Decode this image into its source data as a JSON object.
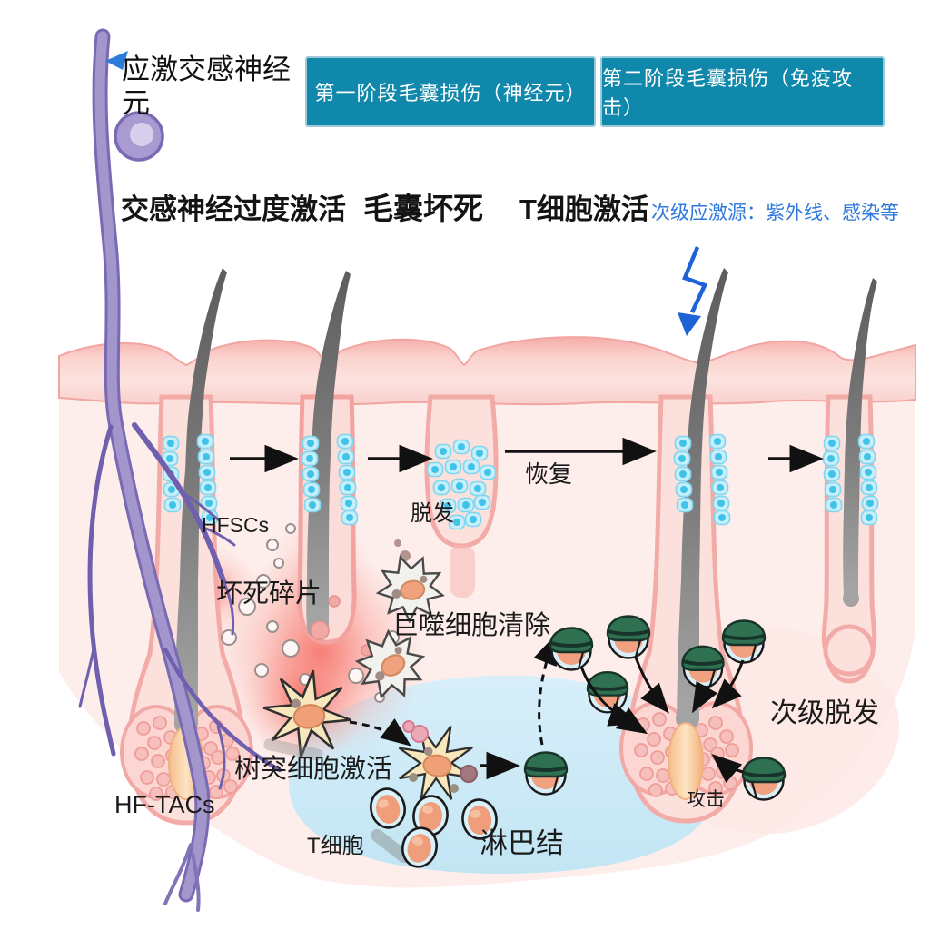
{
  "banners": {
    "stage1": "第一阶段毛囊损伤（神经元）",
    "stage2": "第二阶段毛囊损伤（免疫攻击）"
  },
  "neuron": {
    "label": "应激交感神经元"
  },
  "headers": {
    "overactivation": "交感神经过度激活",
    "necrosis": "毛囊坏死",
    "t_cell_activation": "T细胞激活"
  },
  "annotations": {
    "secondary_stressor": "次级应激源：紫外线、感染等",
    "hfscs": "HFSCs",
    "hair_loss": "脱发",
    "recovery": "恢复",
    "necrotic_debris": "坏死碎片",
    "macrophage_clearance": "巨噬细胞清除",
    "dendritic_activation": "树突细胞激活",
    "hf_tacs": "HF-TACs",
    "t_cell": "T细胞",
    "lymph_node": "淋巴结",
    "attack": "攻击",
    "secondary_hair_loss": "次级脱发"
  },
  "colors": {
    "banner_bg": "#1088ab",
    "accent_blue": "#2e78dc",
    "nerve_purple": "#8d7ec4",
    "lymph_blue": "#cfeaf5",
    "helmet_green": "#2f7050",
    "skin_pink": "#f7bcb8",
    "hair_gray": "#6f6f6f"
  }
}
